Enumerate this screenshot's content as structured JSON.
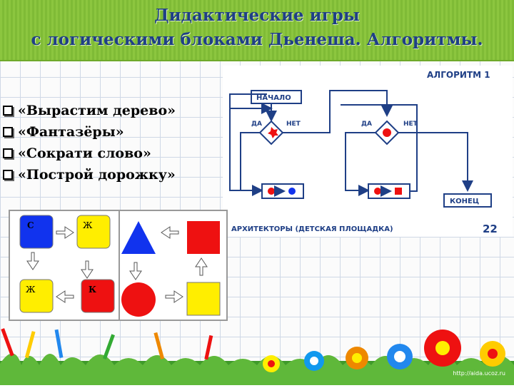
{
  "title": {
    "line1": "Дидактические игры",
    "line2": "с логическими блоками Дьенеша. Алгоритмы."
  },
  "bullets": [
    "«Вырастим дерево»",
    "«Фантазёры»",
    "«Сократи слово»",
    "«Построй дорожку»"
  ],
  "algorithm": {
    "heading": "АЛГОРИТМ 1",
    "start": "НАЧАЛО",
    "yes": "ДА",
    "no": "НЕТ",
    "end": "КОНЕЦ",
    "caption": "АРХИТЕКТОРЫ (ДЕТСКАЯ ПЛОЩАДКА)",
    "page_number": "22"
  },
  "blocks": {
    "c_label": "С",
    "zh_top_label": "Ж",
    "zh_bottom_label": "Ж",
    "k_label": "К"
  },
  "watermark": "http://aida.ucoz.ru",
  "colors": {
    "header_green": "#8cc63f",
    "title_blue": "#1f3f86",
    "block_blue": "#1133ee",
    "block_yellow": "#ffee00",
    "block_red": "#ee1111"
  }
}
